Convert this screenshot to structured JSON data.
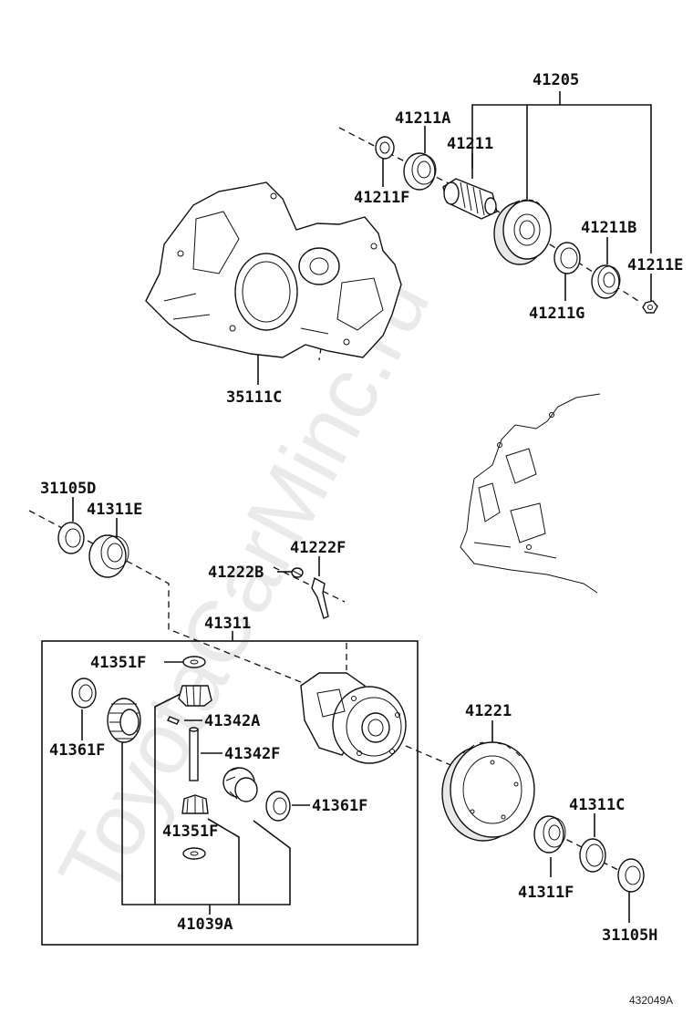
{
  "watermark": "ToyotaCarMinc.ru",
  "figure_number": "432049A",
  "parts": {
    "p41205": "41205",
    "p41211A": "41211A",
    "p41211": "41211",
    "p41211F_top": "41211F",
    "p41211B": "41211B",
    "p41211E": "41211E",
    "p41211G": "41211G",
    "p35111C": "35111C",
    "p31105D": "31105D",
    "p41311E": "41311E",
    "p41222F": "41222F",
    "p41222B": "41222B",
    "p41311": "41311",
    "p41351F_top": "41351F",
    "p41342A": "41342A",
    "p41342F": "41342F",
    "p41361F_left": "41361F",
    "p41361F_right": "41361F",
    "p41351F_bottom": "41351F",
    "p41039A": "41039A",
    "p41221": "41221",
    "p41311C": "41311C",
    "p41311F": "41311F",
    "p31105H": "31105H"
  }
}
